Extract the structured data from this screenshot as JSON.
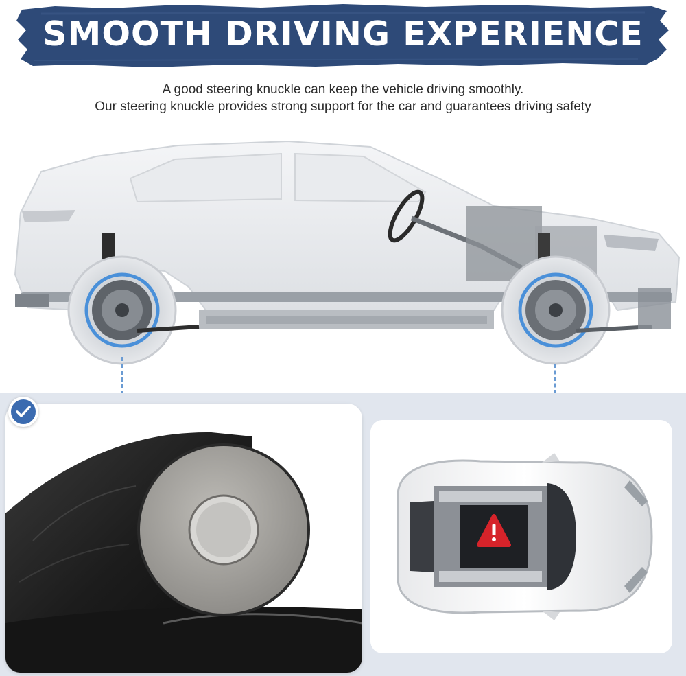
{
  "banner": {
    "title": "SMOOTH DRIVING EXPERIENCE",
    "color": "#2e4a78"
  },
  "subtitle": {
    "line1": "A good steering knuckle can keep the vehicle driving smoothly.",
    "line2": "Our steering knuckle provides strong support for the car and guarantees driving safety"
  },
  "colors": {
    "accent_blue": "#3b6bb0",
    "highlight_ring": "#4a90d9",
    "panel_bg": "#e1e6ee",
    "warning_red": "#d6232a"
  },
  "icons": {
    "check": "check-icon",
    "warning": "warning-icon"
  }
}
